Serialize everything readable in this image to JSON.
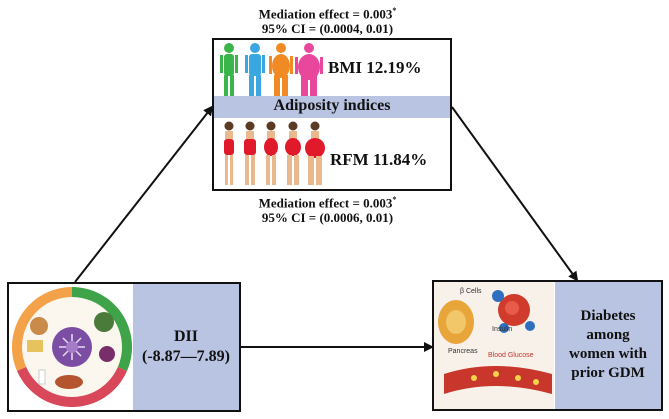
{
  "top_mediation": {
    "effect": "Mediation effect = 0.003",
    "effect_sup": "*",
    "ci": "95% CI = (0.0004, 0.01)"
  },
  "bottom_mediation": {
    "effect": "Mediation effect = 0.003",
    "effect_sup": "*",
    "ci": "95% CI = (0.0006, 0.01)"
  },
  "mediator": {
    "bmi": "BMI 12.19%",
    "title": "Adiposity indices",
    "rfm": "RFM 11.84%"
  },
  "exposure": {
    "title": "DII",
    "range": "(-8.87—7.89)"
  },
  "outcome": {
    "line1": "Diabetes",
    "line2": "among",
    "line3": "women with",
    "line4": "prior GDM"
  },
  "outcome_image_labels": {
    "cells": "β Cells",
    "insulin": "Insulin",
    "pancreas": "Pancreas",
    "glucose": "Blood Glucose"
  },
  "colors": {
    "band": "#b9c3e2",
    "figure_green": "#3bb54a",
    "figure_blue": "#3aa7e0",
    "figure_orange": "#f08a24",
    "figure_pink": "#e8479b",
    "body_red": "#e0192b"
  }
}
